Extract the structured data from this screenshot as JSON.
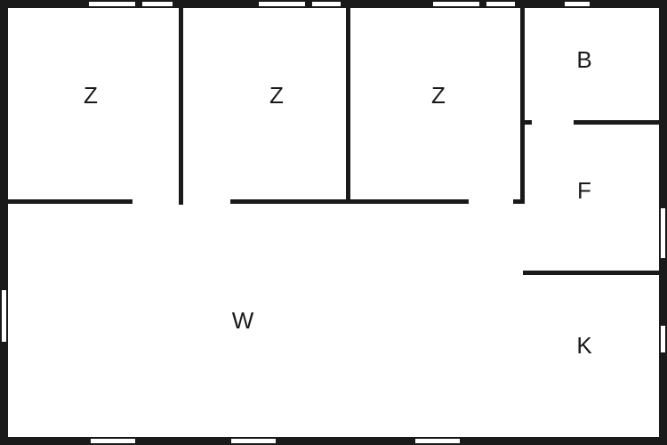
{
  "floor_plan": {
    "colors": {
      "wall": "#1a1a1a",
      "window": "#ffffff",
      "background": "#ffffff"
    },
    "rooms": [
      {
        "id": "room-1",
        "label": "Z"
      },
      {
        "id": "room-2",
        "label": "Z"
      },
      {
        "id": "room-3",
        "label": "Z"
      },
      {
        "id": "room-4",
        "label": "B"
      },
      {
        "id": "room-5",
        "label": "F"
      },
      {
        "id": "room-6",
        "label": "W"
      },
      {
        "id": "room-7",
        "label": "K"
      }
    ]
  }
}
